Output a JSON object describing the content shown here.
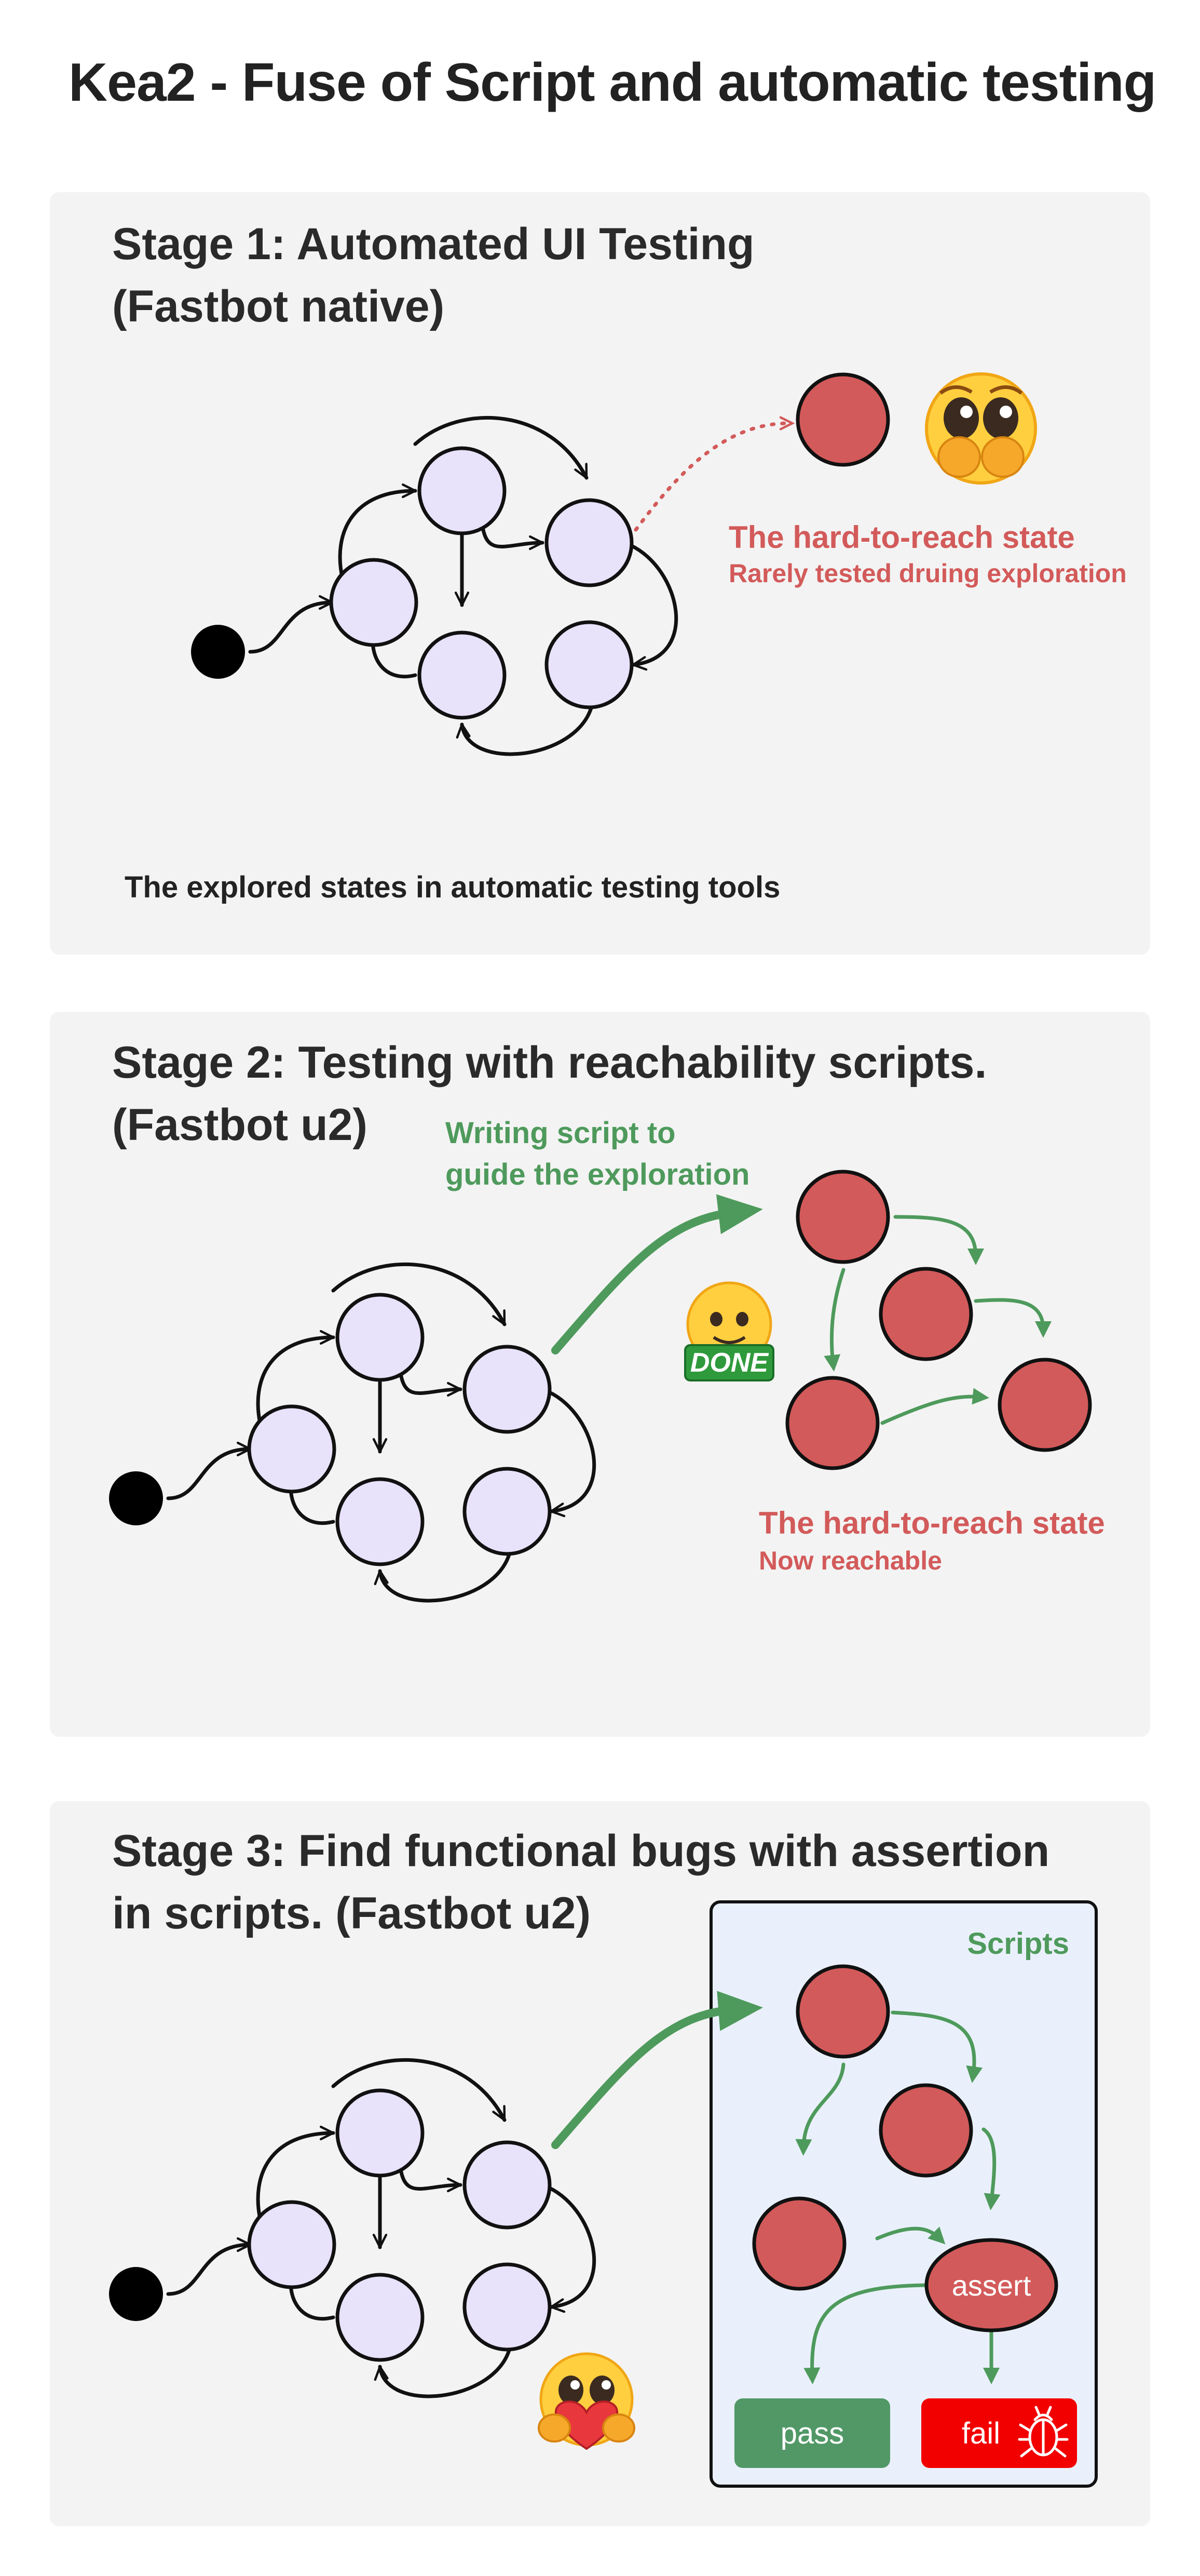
{
  "title": "Kea2 - Fuse of Script and automatic testing",
  "colors": {
    "panel_bg": "#f3f3f3",
    "state_fill": "#e8e2fb",
    "bug_fill": "#d35a5a",
    "green": "#4e9a5c",
    "script_box": "#e9f0fb",
    "fail": "#f20000",
    "pass": "#519866"
  },
  "stage1": {
    "title_line1": "Stage 1: Automated UI Testing",
    "title_line2": "(Fastbot native)",
    "hard_state_title": "The hard-to-reach state",
    "hard_state_subtitle": "Rarely tested druing exploration",
    "caption": "The explored states in automatic testing tools",
    "emoji": "crying-face-icon"
  },
  "stage2": {
    "title_line1": "Stage 2: Testing with reachability scripts.",
    "title_line2": "(Fastbot u2)",
    "script_note_line1": "Writing script to",
    "script_note_line2": "guide the exploration",
    "hard_state_title": "The hard-to-reach state",
    "hard_state_subtitle": "Now reachable",
    "emoji": "done-face-icon",
    "emoji_text": "DONE"
  },
  "stage3": {
    "title_line1": "Stage 3: Find functional bugs with assertion",
    "title_line2": "in scripts. (Fastbot u2)",
    "scripts_label": "Scripts",
    "assert_label": "assert",
    "pass_label": "pass",
    "fail_label": "fail",
    "emoji": "heart-hug-face-icon"
  }
}
